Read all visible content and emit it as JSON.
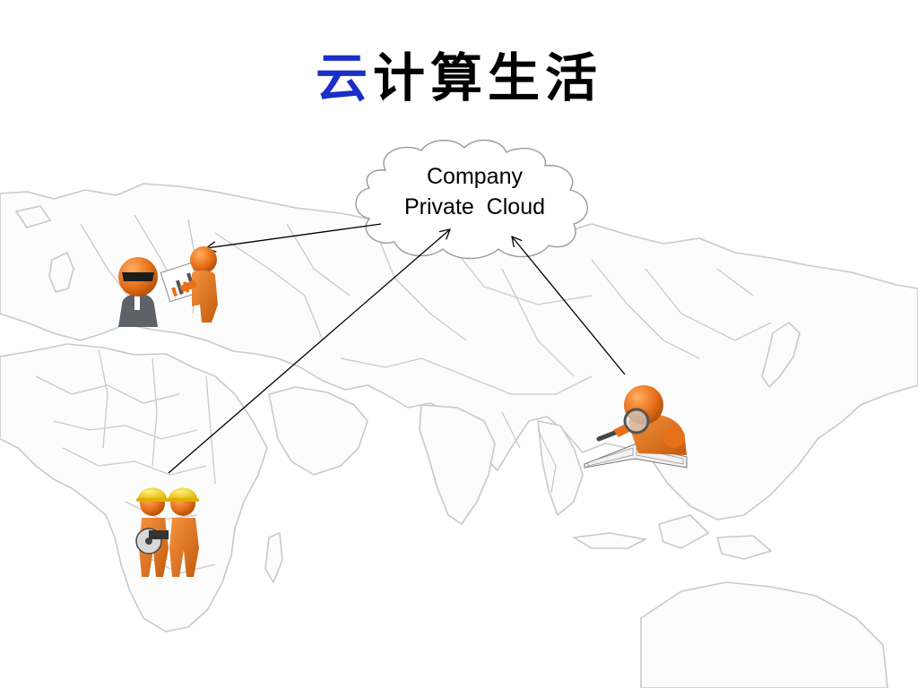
{
  "slide": {
    "title_accent": "云",
    "title_rest": "计算生活",
    "cloud": {
      "line1": "Company",
      "line2": "Private  Cloud"
    }
  },
  "colors": {
    "title_accent": "#1a2fc8",
    "figure_orange": "#e8701a",
    "helmet_yellow": "#f5c400",
    "suit_gray": "#5d6268",
    "map_border": "#c9c9c9"
  },
  "icons": [
    "cloud-icon",
    "business-meeting-icon",
    "construction-workers-icon",
    "magnifier-reader-icon",
    "arrow-icon"
  ]
}
